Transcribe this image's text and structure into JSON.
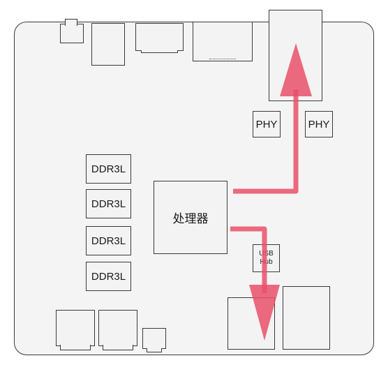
{
  "diagram": {
    "colors": {
      "board_fill": "#f4f4f4",
      "stroke": "#3a3a3a",
      "arrow": "#e8506a"
    },
    "processor_label": "处理器",
    "ddr_labels": [
      "DDR3L",
      "DDR3L",
      "DDR3L",
      "DDR3L"
    ],
    "phy_labels": [
      "PHY",
      "PHY"
    ],
    "usb_hub": {
      "line1": "USB",
      "line2": "Hub"
    },
    "arrows": [
      {
        "from": "处理器",
        "to": "top-right-connector",
        "via": "PHY"
      },
      {
        "from": "处理器",
        "to": "bottom-right-connector",
        "via": "USB Hub"
      }
    ]
  }
}
